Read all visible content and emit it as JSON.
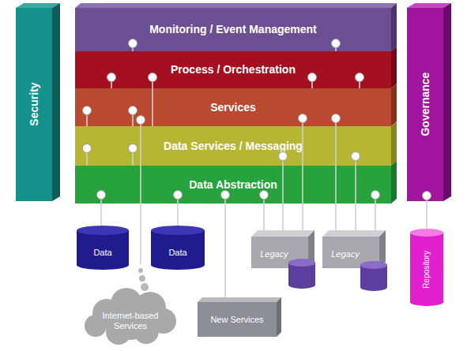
{
  "diagram": {
    "nodes": [
      {
        "text": [
          "Security"
        ]
      },
      {
        "text": [
          "Monitoring / Event Management"
        ]
      },
      {
        "text": [
          "Process / Orchestration"
        ]
      },
      {
        "text": [
          "Services"
        ]
      },
      {
        "text": [
          "Data Services / Messaging"
        ]
      },
      {
        "text": [
          "Data Abstraction"
        ]
      },
      {
        "text": [
          "Governance"
        ]
      },
      {
        "text": [
          "Data"
        ]
      },
      {
        "text": [
          "Data"
        ]
      },
      {
        "text": [
          "Legacy"
        ]
      },
      {
        "text": [
          "Legacy"
        ]
      },
      {
        "text": [
          "Repository"
        ]
      },
      {
        "text": [
          "Internet-based Services"
        ]
      },
      {
        "text": [
          "New Services"
        ]
      }
    ],
    "edges": [
      {
        "from": 1,
        "to": 2,
        "arrow": "none"
      },
      {
        "from": 1,
        "to": 2,
        "arrow": "none"
      },
      {
        "from": 2,
        "to": 3,
        "arrow": "none"
      },
      {
        "from": 2,
        "to": 4,
        "arrow": "none"
      },
      {
        "from": 2,
        "to": 3,
        "arrow": "none"
      },
      {
        "from": 2,
        "to": 3,
        "arrow": "none"
      },
      {
        "from": 3,
        "to": 4,
        "arrow": "none"
      },
      {
        "from": 3,
        "to": 4,
        "arrow": "none"
      },
      {
        "from": 3,
        "to": 12,
        "arrow": "none"
      },
      {
        "from": 4,
        "to": 5,
        "arrow": "none"
      },
      {
        "from": 4,
        "to": 5,
        "arrow": "none"
      },
      {
        "from": 3,
        "to": 9,
        "arrow": "none"
      },
      {
        "from": 3,
        "to": 10,
        "arrow": "none"
      },
      {
        "from": 4,
        "to": 9,
        "arrow": "none"
      },
      {
        "from": 4,
        "to": 10,
        "arrow": "none"
      },
      {
        "from": 5,
        "to": 7,
        "arrow": "none"
      },
      {
        "from": 5,
        "to": 8,
        "arrow": "none"
      },
      {
        "from": 5,
        "to": 13,
        "arrow": "none"
      },
      {
        "from": 5,
        "to": 9,
        "arrow": "none"
      },
      {
        "from": 5,
        "to": 10,
        "arrow": "none"
      },
      {
        "from": 6,
        "to": 11,
        "arrow": "none"
      }
    ]
  }
}
